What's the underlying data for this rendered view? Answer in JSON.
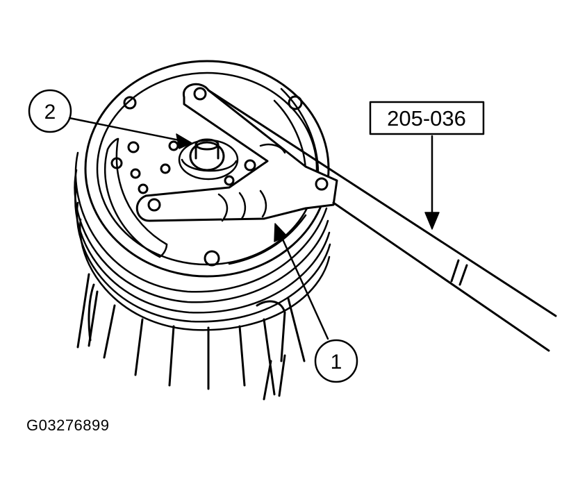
{
  "callouts": {
    "one": "1",
    "two": "2"
  },
  "tool_label": "205-036",
  "figure_id": "G03276899",
  "colors": {
    "ink": "#000000",
    "paper": "#ffffff"
  }
}
